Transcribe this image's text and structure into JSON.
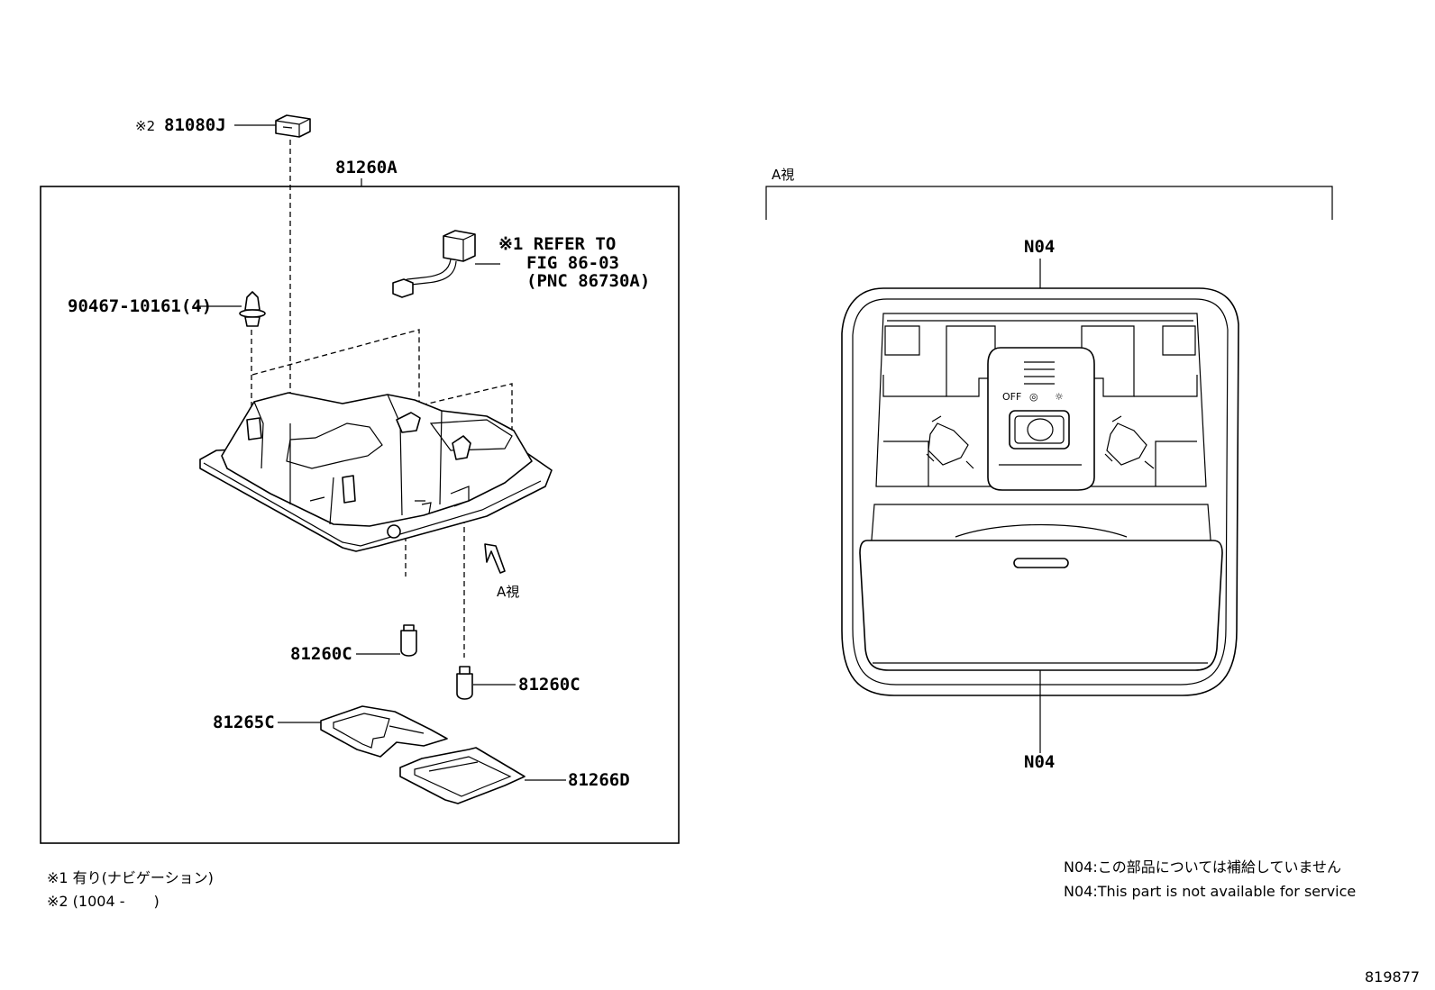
{
  "left_panel": {
    "part_81080J": {
      "prefix": "※2",
      "number": "81080J"
    },
    "assembly_81260A": "81260A",
    "note_refer": {
      "line1": "※1 REFER TO",
      "line2": "FIG 86-03",
      "line3": "(PNC 86730A)"
    },
    "clip_90467": "90467-10161(4)",
    "bulb_left": "81260C",
    "bulb_right": "81260C",
    "lens_81265C": "81265C",
    "lens_81266D": "81266D",
    "view_arrow_label": "A視"
  },
  "right_panel": {
    "view_title": "A視",
    "top_callout": "N04",
    "bottom_callout": "N04",
    "switch_labels": [
      "OFF",
      "◎",
      "☼"
    ]
  },
  "footnotes": {
    "note1": "※1 有り(ナビゲーション)",
    "note2": "※2 (1004 -　　)"
  },
  "service_notes": {
    "jp": "N04:この部品については補給していません",
    "en": "N04:This part is not available for service"
  },
  "figure_number": "819877"
}
